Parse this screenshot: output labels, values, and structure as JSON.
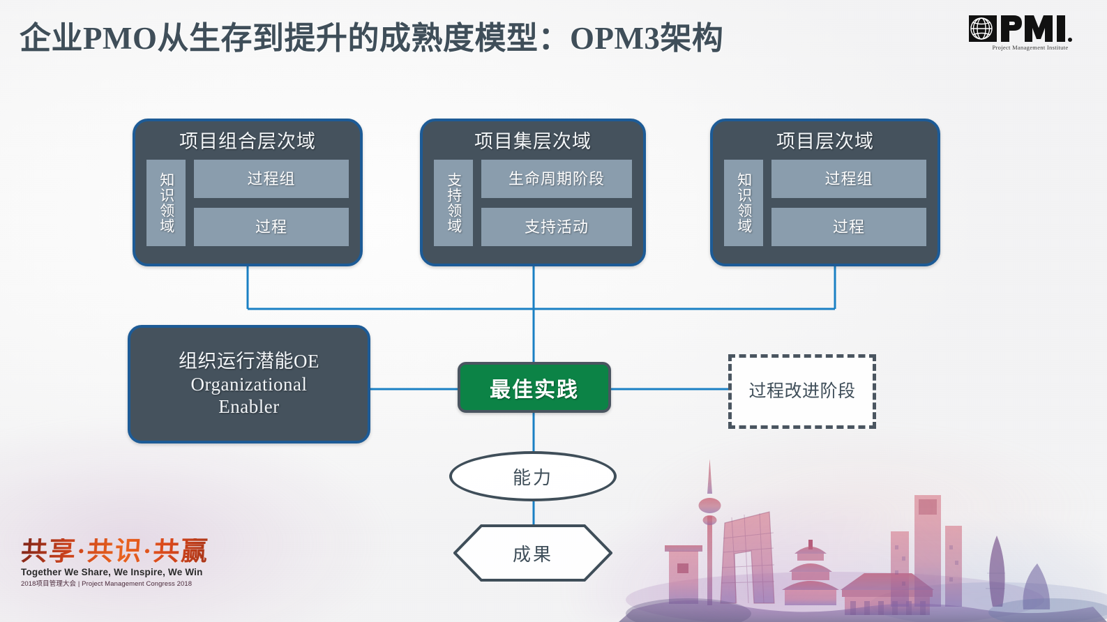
{
  "slide": {
    "title": "企业PMO从生存到提升的成熟度模型：OPM3架构",
    "accent_blue": "#1D5B96",
    "box_fill": "#45525D",
    "subcell_fill": "#8A9DAD",
    "green": "#0C8346",
    "connector_color": "#1A80C4",
    "outline_dark": "#3F4E59"
  },
  "brand": {
    "pmi_name": "PMI",
    "pmi_tagline": "Project Management Institute"
  },
  "domains": [
    {
      "title": "项目组合层次域",
      "side_cell": "知识领域",
      "cells": [
        "过程组",
        "过程"
      ]
    },
    {
      "title": "项目集层次域",
      "side_cell": "支持领域",
      "cells": [
        "生命周期阶段",
        "支持活动"
      ]
    },
    {
      "title": "项目层次域",
      "side_cell": "知识领域",
      "cells": [
        "过程组",
        "过程"
      ]
    }
  ],
  "organizational_enabler": {
    "line1": "组织运行潜能OE",
    "line2": "Organizational",
    "line3": "Enabler"
  },
  "best_practice": {
    "label": "最佳实践"
  },
  "improvement_stage": {
    "label": "过程改进阶段"
  },
  "capability": {
    "label": "能力"
  },
  "outcome": {
    "label": "成果"
  },
  "congress": {
    "slogan_cn": "共享·共识·共赢",
    "slogan_en": "Together We Share, We Inspire, We Win",
    "subline": "2018项目管理大会 | Project Management Congress 2018"
  }
}
